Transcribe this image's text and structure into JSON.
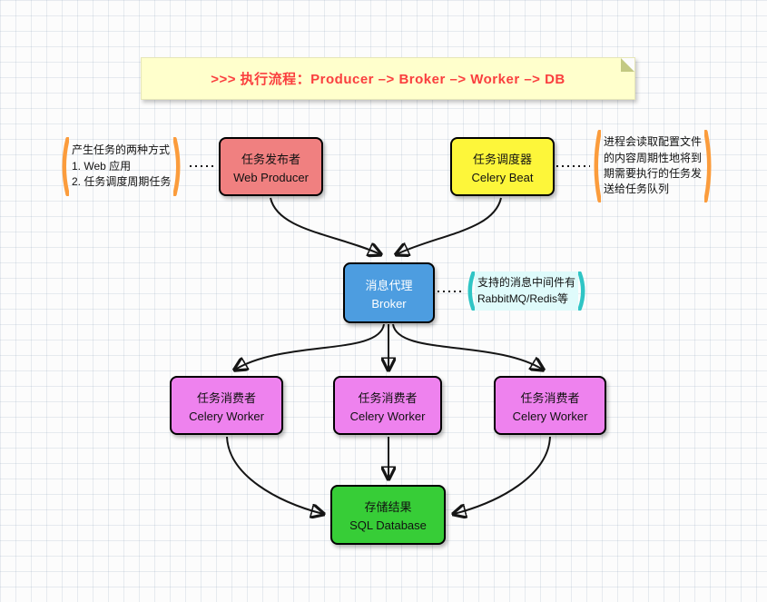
{
  "colors": {
    "title_text": "#fa3e3e",
    "title_bg": "#ffffcc",
    "note_orange": "#fb9c3c",
    "note_cyan": "#2fc5c5",
    "note_cyan_bg": "#dffbfb",
    "arrow": "#151515"
  },
  "title": {
    "text": ">>> 执行流程：Producer –> Broker –> Worker –> DB"
  },
  "notes": {
    "producer_note": {
      "lines": [
        "产生任务的两种方式",
        "1. Web 应用",
        "2. 任务调度周期任务"
      ]
    },
    "beat_note": {
      "lines": [
        "进程会读取配置文件",
        "的内容周期性地将到",
        "期需要执行的任务发",
        "送给任务队列"
      ]
    },
    "broker_note": {
      "lines": [
        "支持的消息中间件有",
        "RabbitMQ/Redis等"
      ]
    }
  },
  "nodes": {
    "producer": {
      "title": "任务发布者",
      "subtitle": "Web Producer",
      "bg": "#f08080"
    },
    "beat": {
      "title": "任务调度器",
      "subtitle": "Celery Beat",
      "bg": "#fdf63a"
    },
    "broker": {
      "title": "消息代理",
      "subtitle": "Broker",
      "bg": "#4d9de0"
    },
    "worker_left": {
      "title": "任务消费者",
      "subtitle": "Celery Worker",
      "bg": "#ee82ee"
    },
    "worker_mid": {
      "title": "任务消费者",
      "subtitle": "Celery Worker",
      "bg": "#ee82ee"
    },
    "worker_right": {
      "title": "任务消费者",
      "subtitle": "Celery Worker",
      "bg": "#ee82ee"
    },
    "database": {
      "title": "存储结果",
      "subtitle": "SQL Database",
      "bg": "#37cd37"
    }
  },
  "edges": [
    {
      "from": "Web Producer",
      "to": "Broker",
      "style": "solid-arrow"
    },
    {
      "from": "Celery Beat",
      "to": "Broker",
      "style": "solid-arrow"
    },
    {
      "from": "Broker",
      "to": "Celery Worker (left)",
      "style": "solid-arrow"
    },
    {
      "from": "Broker",
      "to": "Celery Worker (mid)",
      "style": "solid-arrow"
    },
    {
      "from": "Broker",
      "to": "Celery Worker (right)",
      "style": "solid-arrow"
    },
    {
      "from": "Celery Worker (left)",
      "to": "SQL Database",
      "style": "solid-arrow"
    },
    {
      "from": "Celery Worker (mid)",
      "to": "SQL Database",
      "style": "solid-arrow"
    },
    {
      "from": "Celery Worker (right)",
      "to": "SQL Database",
      "style": "solid-arrow"
    },
    {
      "from": "producer note",
      "to": "Web Producer",
      "style": "dotted"
    },
    {
      "from": "Celery Beat",
      "to": "beat note",
      "style": "dotted"
    },
    {
      "from": "Broker",
      "to": "broker note",
      "style": "dotted"
    }
  ]
}
